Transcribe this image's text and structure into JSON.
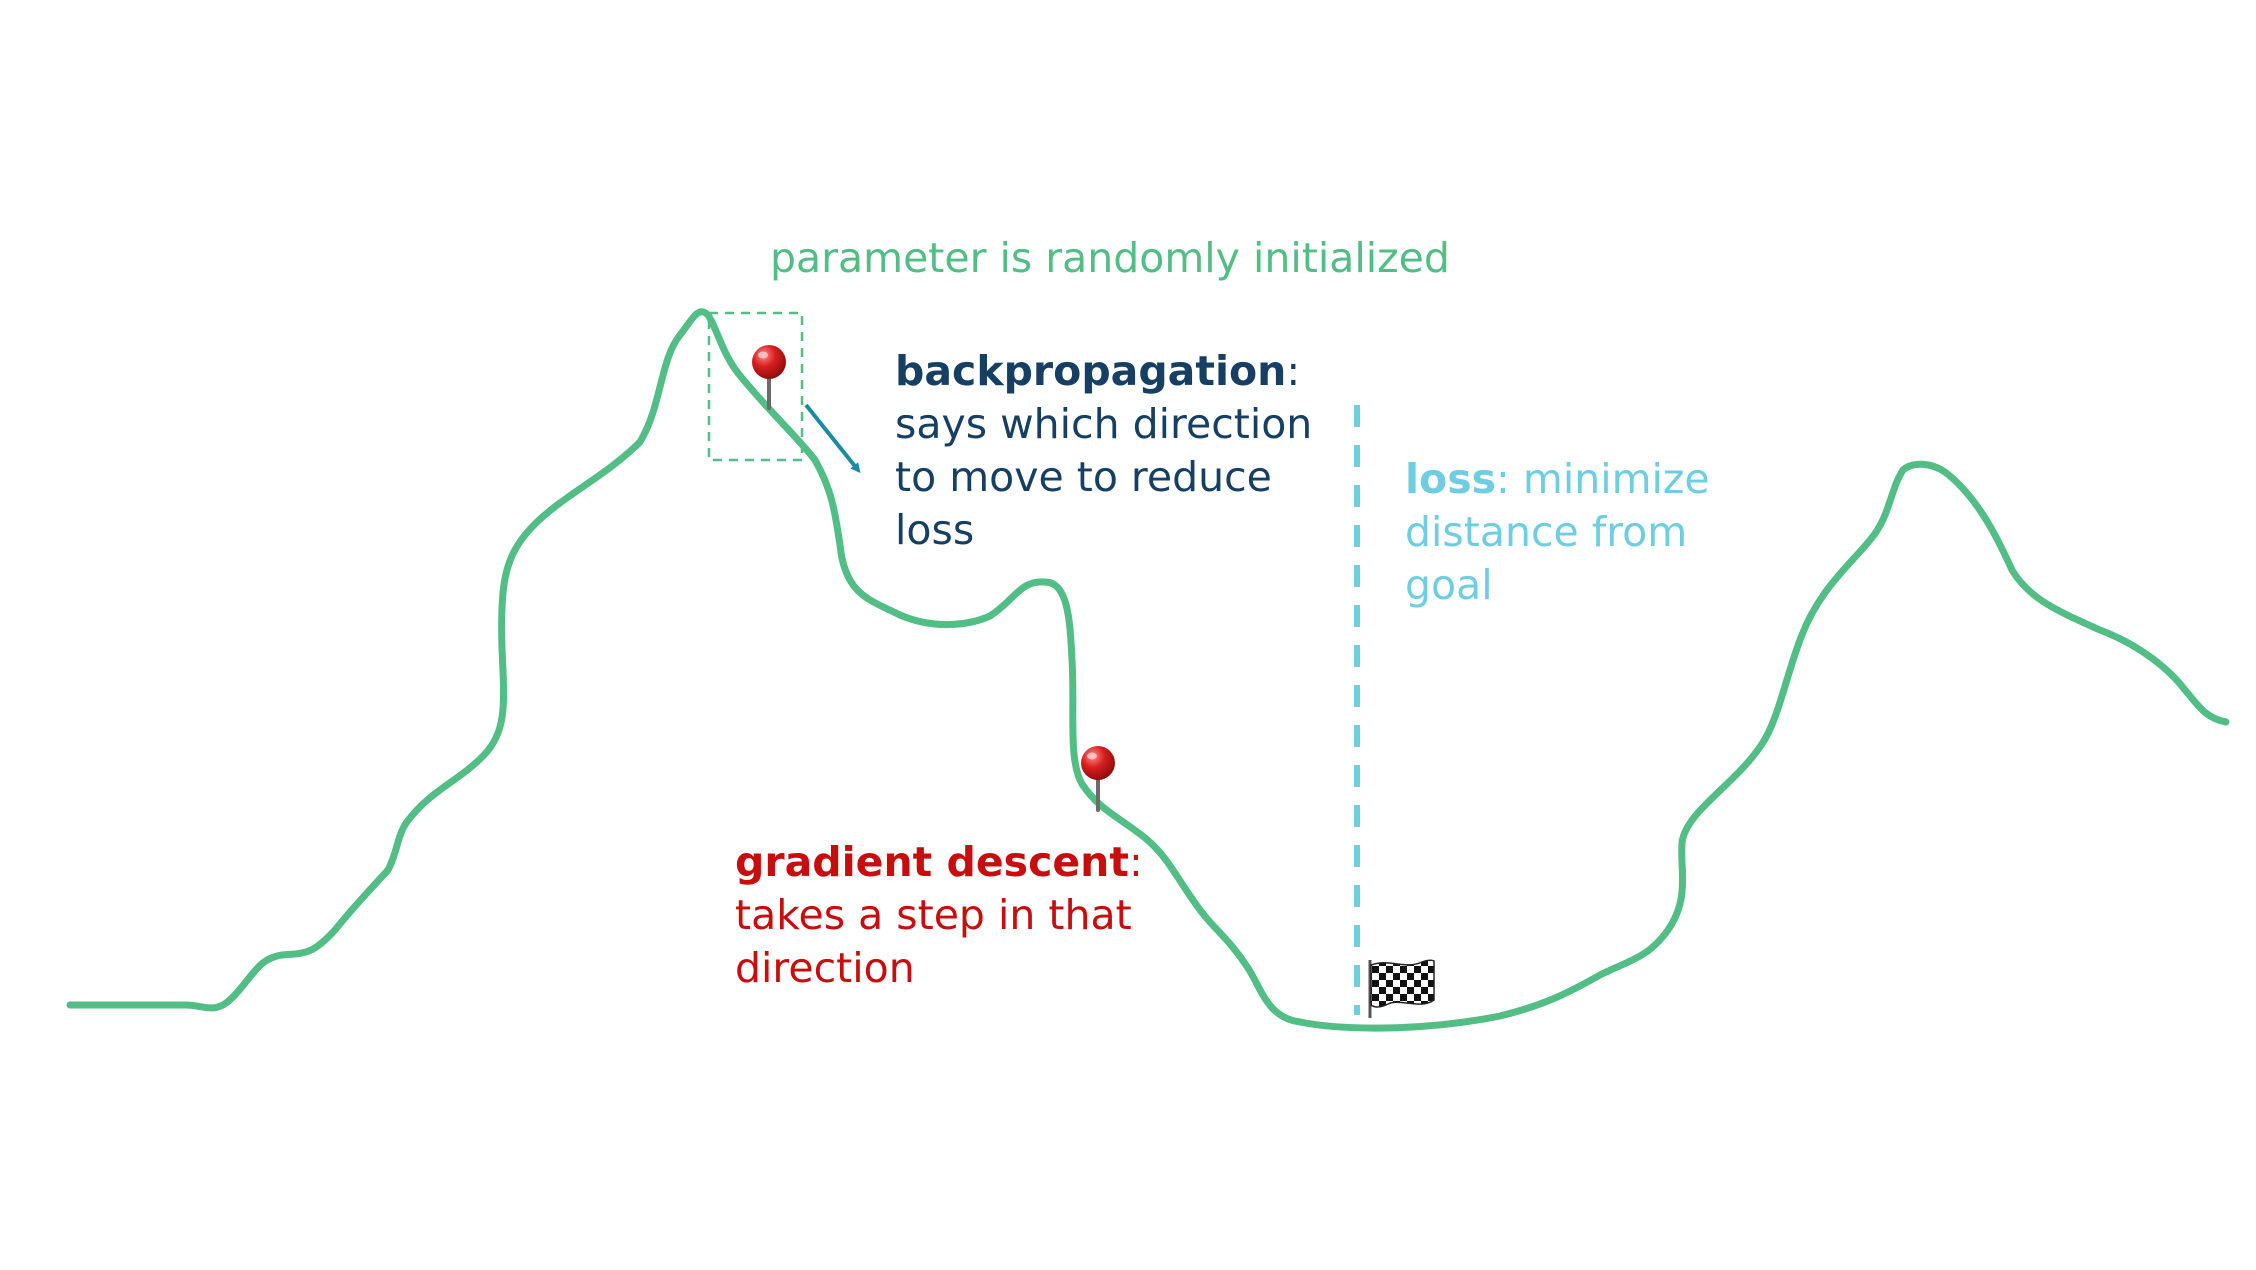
{
  "colors": {
    "curve": "#52bd85",
    "init_text": "#52bd85",
    "backprop_text": "#173f63",
    "arrow": "#1c8aa0",
    "gradient_descent_text": "#c70d0d",
    "loss_text": "#6fcde2",
    "pin_head": "#d81e1e",
    "pin_needle": "#6b6b6b"
  },
  "annotations": {
    "init": {
      "text": "parameter is randomly initialized"
    },
    "backprop": {
      "term": "backpropagation",
      "colon": ":",
      "lines": [
        "says which direction",
        "to move to reduce",
        "loss"
      ]
    },
    "gradient_descent": {
      "term": "gradient descent",
      "colon": ":",
      "lines": [
        "takes a step in that",
        "direction"
      ]
    },
    "loss": {
      "term": "loss",
      "rest": ": minimize",
      "lines": [
        "distance from",
        "goal"
      ]
    }
  },
  "icons": {
    "start_pin": "pushpin-icon",
    "step_pin": "pushpin-icon",
    "goal": "checkered-flag-icon",
    "direction": "arrow-icon"
  }
}
